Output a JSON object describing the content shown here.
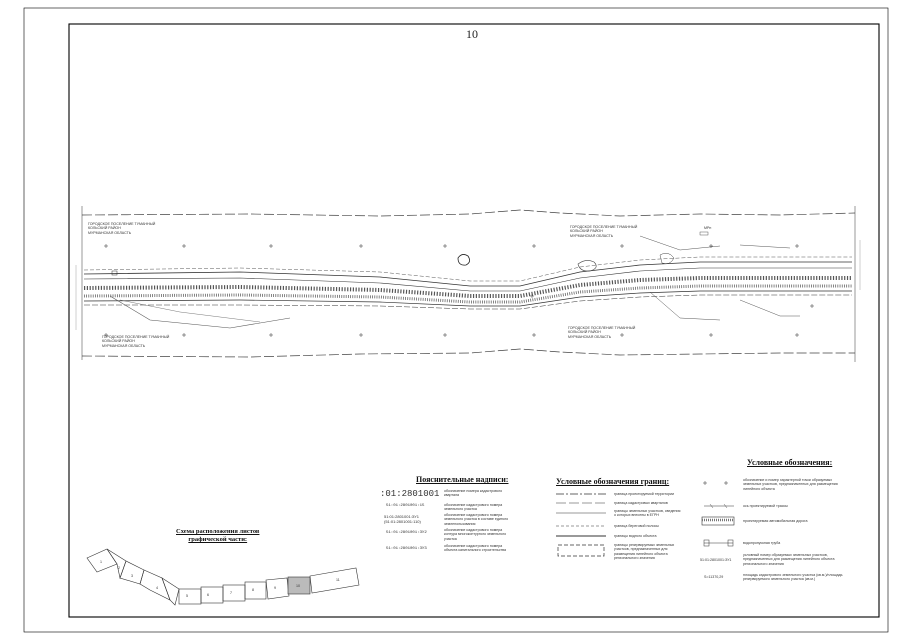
{
  "page": {
    "number": "10"
  },
  "map": {
    "area_labels": [
      "ГОРОДСКОЕ ПОСЕЛЕНИЕ ТУМАННЫЙ\nКОЛЬСКИЙ РАЙОН\nМУРМАНСКАЯ ОБЛАСТЬ",
      "ГОРОДСКОЕ ПОСЕЛЕНИЕ ТУМАННЫЙ\nКОЛЬСКИЙ РАЙОН\nМУРМАНСКАЯ ОБЛАСТЬ",
      "ГОРОДСКОЕ ПОСЕЛЕНИЕ ТУМАННЫЙ\nКОЛЬСКИЙ РАЙОН\nМУРМАНСКАЯ ОБЛАСТЬ",
      "ГОРОДСКОЕ ПОСЕЛЕНИЕ ТУМАННЫЙ\nКОЛЬСКИЙ РАЙОН\nМУРМАНСКАЯ ОБЛАСТЬ"
    ],
    "point_label": "МРп"
  },
  "legend_captions": {
    "title": "Пояснительные надписи:",
    "items": [
      {
        "code": ":01:2801001",
        "text": "обозначение номера кадастрового\nквартала"
      },
      {
        "code": "51:01:2801001:15",
        "text": "обозначение кадастрового номера\nземельного участка"
      },
      {
        "code": "51:01:2801001:ЗУ1\n(51:01:2801001:110)",
        "text": "обозначение кадастрового номера\nземельного участка в составе единого\nземлепользования"
      },
      {
        "code": "51:01:2801001:ЗУ2",
        "text": "обозначение кадастрового номера\nконтура многоконтурного земельного\nучастка"
      },
      {
        "code": "51:01:2801001:ЗУ3",
        "text": "обозначение кадастрового номера\nобъекта капитального строительства"
      }
    ]
  },
  "legend_borders": {
    "title": "Условные обозначения границ:",
    "items": [
      "граница проектируемой территории",
      "граница кадастровых кварталов",
      "границы земельных участков, сведения\nо которых внесены в ЕГРН",
      "граница береговой полосы",
      "границы водного объекта",
      "границы резервируемых земельных\nучастков, предназначенных для\nразмещения линейного объекта\nрегионального значения"
    ]
  },
  "legend_symbols": {
    "title": "Условные обозначения:",
    "items": [
      {
        "code": "",
        "text": "обозначение и номер характерной точки образуемых\nземельных участков, предназначенных для размещения\nлинейного объекта"
      },
      {
        "code": "",
        "text": "ось проектируемой трассы"
      },
      {
        "code": "",
        "text": "проектируемая автомобильная дорога"
      },
      {
        "code": "",
        "text": "водопропускная труба"
      },
      {
        "code": "51:01:2801001:ЗУ1",
        "text": "условный номер образуемых земельных участков,\nпредназначенных для размещения линейного объекта\nрегионального значения"
      },
      {
        "code": "S=11370,29",
        "text": "площадь кадастрового земельного участка (кв.м.)/площадь\nрезервируемого земельного участка (кв.м.)"
      }
    ]
  },
  "sheet_scheme": {
    "title": "Схема расположения листов\nграфической части:",
    "sheets": [
      "1",
      "2",
      "3",
      "4",
      "5",
      "6",
      "7",
      "8",
      "9",
      "10",
      "11"
    ],
    "current": "10"
  }
}
